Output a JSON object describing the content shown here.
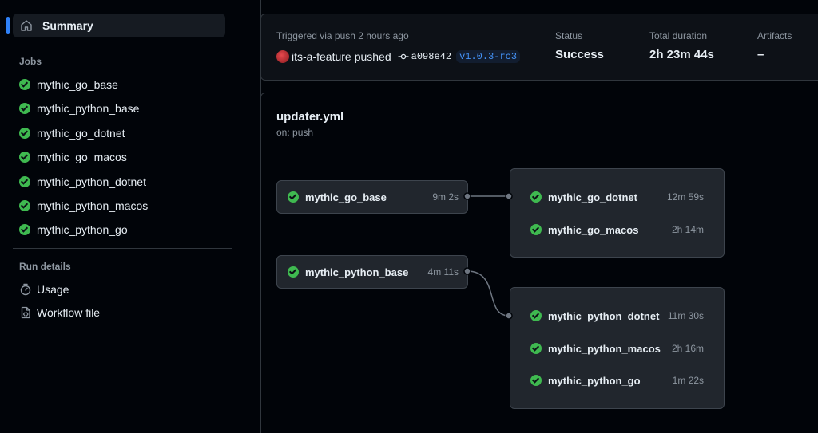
{
  "sidebar": {
    "summary_label": "Summary",
    "jobs_title": "Jobs",
    "jobs": [
      {
        "label": "mythic_go_base"
      },
      {
        "label": "mythic_python_base"
      },
      {
        "label": "mythic_go_dotnet"
      },
      {
        "label": "mythic_go_macos"
      },
      {
        "label": "mythic_python_dotnet"
      },
      {
        "label": "mythic_python_macos"
      },
      {
        "label": "mythic_python_go"
      }
    ],
    "run_details_title": "Run details",
    "usage_label": "Usage",
    "workflow_file_label": "Workflow file"
  },
  "run": {
    "triggered_text": "Triggered via push 2 hours ago",
    "actor": "its-a-feature",
    "pushed": "pushed",
    "sha": "a098e42",
    "tag": "v1.0.3-rc3",
    "status_label": "Status",
    "status_value": "Success",
    "duration_label": "Total duration",
    "duration_value": "2h 23m 44s",
    "artifacts_label": "Artifacts",
    "artifacts_value": "–"
  },
  "workflow": {
    "title": "updater.yml",
    "trigger": "on: push",
    "root_jobs": [
      {
        "name": "mythic_go_base",
        "duration": "9m 2s"
      },
      {
        "name": "mythic_python_base",
        "duration": "4m 11s"
      }
    ],
    "go_group": [
      {
        "name": "mythic_go_dotnet",
        "duration": "12m 59s"
      },
      {
        "name": "mythic_go_macos",
        "duration": "2h 14m"
      }
    ],
    "python_group": [
      {
        "name": "mythic_python_dotnet",
        "duration": "11m 30s"
      },
      {
        "name": "mythic_python_macos",
        "duration": "2h 16m"
      },
      {
        "name": "mythic_python_go",
        "duration": "1m 22s"
      }
    ]
  },
  "colors": {
    "success": "#3fb950",
    "accent": "#2f81f7",
    "background": "#010409",
    "card": "#0d1117",
    "border": "#30363d"
  },
  "icons": {
    "summary": "home-icon",
    "job_status": "check-circle-icon",
    "usage": "stopwatch-icon",
    "workflow_file": "file-code-icon",
    "commit": "git-commit-icon"
  }
}
